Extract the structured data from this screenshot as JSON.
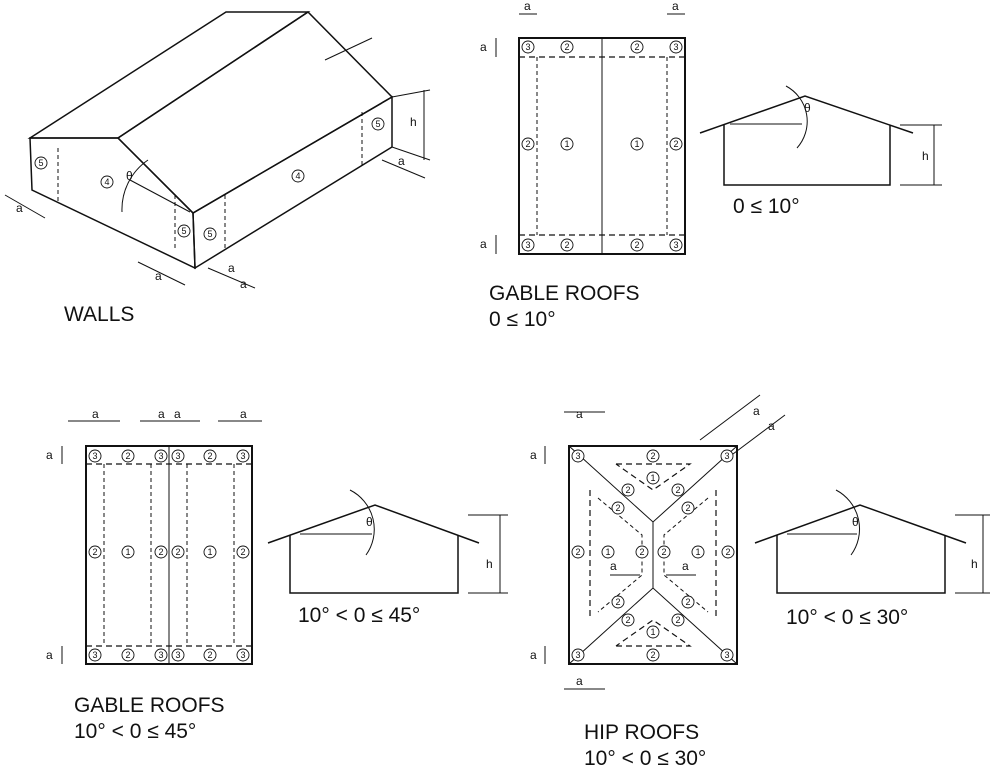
{
  "captions": {
    "walls": "WALLS",
    "gable_low_title": "GABLE ROOFS",
    "gable_low_range": "0 ≤ 10°",
    "gable_low_angle": "0 ≤ 10°",
    "gable_high_title": "GABLE ROOFS",
    "gable_high_range": "10° < 0 ≤ 45°",
    "gable_high_angle": "10° < 0 ≤ 45°",
    "hip_title": "HIP ROOFS",
    "hip_range": "10° < 0 ≤ 30°",
    "hip_angle": "10° < 0 ≤ 30°"
  },
  "symbols": {
    "dim_a": "a",
    "height": "h",
    "theta": "θ"
  },
  "zones": {
    "z1": "1",
    "z2": "2",
    "z3": "3",
    "z4": "4",
    "z5": "5"
  }
}
